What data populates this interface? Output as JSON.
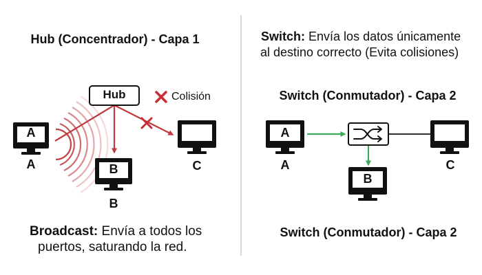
{
  "hub_side": {
    "title": "Hub (Concentrador) - Capa 1",
    "hub_label": "Hub",
    "collision_label": "Colisión",
    "computers": {
      "a": "A",
      "b": "B",
      "c": "C"
    },
    "caption_bold": "Broadcast:",
    "caption_line1": "Envía a todos los",
    "caption_line2": "puertos, saturando la red."
  },
  "switch_side": {
    "description_bold": "Switch:",
    "description_line1": "Envía los datos únicamente",
    "description_line2": "al destino correcto (Evita colisiones)",
    "title": "Switch (Conmutador) - Capa 2",
    "computers": {
      "a": "A",
      "b": "B",
      "c": "C"
    },
    "bottom_title": "Switch (Conmutador) - Capa 2"
  },
  "colors": {
    "hub_links": "#c0393f",
    "switch_links": "#3fa85c",
    "collision": "#cc2b34",
    "divider": "#cccccc",
    "device": "#111111"
  },
  "icons": [
    "computer-monitor-icon",
    "signal-wave-icon",
    "collision-x-icon",
    "switch-shuffle-icon"
  ]
}
